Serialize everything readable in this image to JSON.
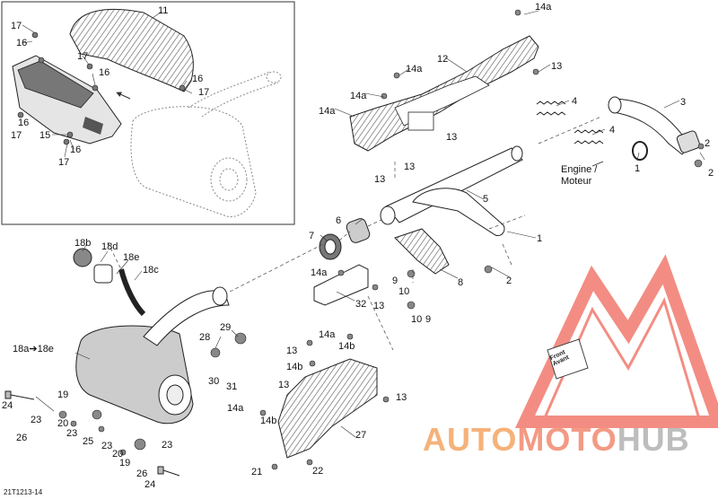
{
  "diagram": {
    "document_code": "21T1213-14",
    "engine_note": [
      "Engine /",
      "Moteur"
    ],
    "front_badge": [
      "Front",
      "Avant"
    ],
    "watermark": {
      "parts": [
        "AUTO",
        "MOTO",
        "HUB"
      ],
      "colors": [
        "#f5b27a",
        "#f39a84",
        "#bdbdbd"
      ]
    },
    "callouts": [
      {
        "id": "c-11",
        "text": "11"
      },
      {
        "id": "c-17-a",
        "text": "17"
      },
      {
        "id": "c-16-a",
        "text": "16"
      },
      {
        "id": "c-17-b",
        "text": "17"
      },
      {
        "id": "c-16-b",
        "text": "16"
      },
      {
        "id": "c-16-c",
        "text": "16"
      },
      {
        "id": "c-17-c",
        "text": "17"
      },
      {
        "id": "c-16-d",
        "text": "16"
      },
      {
        "id": "c-17-d",
        "text": "17"
      },
      {
        "id": "c-15",
        "text": "15"
      },
      {
        "id": "c-16-e",
        "text": "16"
      },
      {
        "id": "c-17-e",
        "text": "17"
      },
      {
        "id": "c-14a-a",
        "text": "14a"
      },
      {
        "id": "c-12",
        "text": "12"
      },
      {
        "id": "c-14a-b",
        "text": "14a"
      },
      {
        "id": "c-13-a",
        "text": "13"
      },
      {
        "id": "c-14a-c",
        "text": "14a"
      },
      {
        "id": "c-14a-d",
        "text": "14a"
      },
      {
        "id": "c-4-a",
        "text": "4"
      },
      {
        "id": "c-3",
        "text": "3"
      },
      {
        "id": "c-4-b",
        "text": "4"
      },
      {
        "id": "c-2-a",
        "text": "2"
      },
      {
        "id": "c-2-b",
        "text": "2"
      },
      {
        "id": "c-13-b",
        "text": "13"
      },
      {
        "id": "c-13-c",
        "text": "13"
      },
      {
        "id": "c-13-d",
        "text": "13"
      },
      {
        "id": "c-1-a",
        "text": "1"
      },
      {
        "id": "c-5",
        "text": "5"
      },
      {
        "id": "c-6",
        "text": "6"
      },
      {
        "id": "c-7",
        "text": "7"
      },
      {
        "id": "c-1-b",
        "text": "1"
      },
      {
        "id": "c-18b",
        "text": "18b"
      },
      {
        "id": "c-18d",
        "text": "18d"
      },
      {
        "id": "c-18e",
        "text": "18e"
      },
      {
        "id": "c-18c",
        "text": "18c"
      },
      {
        "id": "c-14a-e",
        "text": "14a"
      },
      {
        "id": "c-9-a",
        "text": "9"
      },
      {
        "id": "c-10-a",
        "text": "10"
      },
      {
        "id": "c-8",
        "text": "8"
      },
      {
        "id": "c-2-c",
        "text": "2"
      },
      {
        "id": "c-32",
        "text": "32"
      },
      {
        "id": "c-13-e",
        "text": "13"
      },
      {
        "id": "c-10-b",
        "text": "10"
      },
      {
        "id": "c-9-b",
        "text": "9"
      },
      {
        "id": "c-18a-18e",
        "text": "18a➔18e"
      },
      {
        "id": "c-28",
        "text": "28"
      },
      {
        "id": "c-29",
        "text": "29"
      },
      {
        "id": "c-14a-f",
        "text": "14a"
      },
      {
        "id": "c-13-f",
        "text": "13"
      },
      {
        "id": "c-14b-a",
        "text": "14b"
      },
      {
        "id": "c-30",
        "text": "30"
      },
      {
        "id": "c-31",
        "text": "31"
      },
      {
        "id": "c-14b-b",
        "text": "14b"
      },
      {
        "id": "c-13-g",
        "text": "13"
      },
      {
        "id": "c-13-h",
        "text": "13"
      },
      {
        "id": "c-24-a",
        "text": "24"
      },
      {
        "id": "c-19-a",
        "text": "19"
      },
      {
        "id": "c-23-a",
        "text": "23"
      },
      {
        "id": "c-20-a",
        "text": "20"
      },
      {
        "id": "c-14a-g",
        "text": "14a"
      },
      {
        "id": "c-14b-c",
        "text": "14b"
      },
      {
        "id": "c-26-a",
        "text": "26"
      },
      {
        "id": "c-23-b",
        "text": "23"
      },
      {
        "id": "c-25",
        "text": "25"
      },
      {
        "id": "c-23-c",
        "text": "23"
      },
      {
        "id": "c-20-b",
        "text": "20"
      },
      {
        "id": "c-23-d",
        "text": "23"
      },
      {
        "id": "c-27",
        "text": "27"
      },
      {
        "id": "c-19-b",
        "text": "19"
      },
      {
        "id": "c-26-b",
        "text": "26"
      },
      {
        "id": "c-24-b",
        "text": "24"
      },
      {
        "id": "c-21",
        "text": "21"
      },
      {
        "id": "c-22",
        "text": "22"
      }
    ]
  }
}
